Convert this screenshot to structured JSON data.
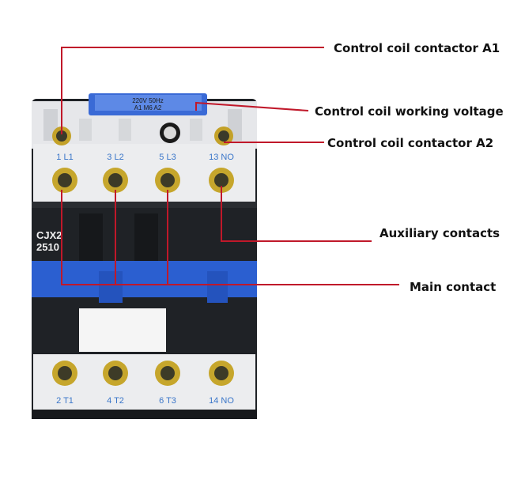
{
  "callouts": {
    "coil_a1": "Control coil contactor A1",
    "coil_voltage": "Control coil working voltage",
    "coil_a2": "Control coil contactor A2",
    "auxiliary": "Auxiliary contacts",
    "main_contact": "Main contact"
  },
  "device": {
    "model_line1": "CJX2",
    "model_line2": "2510",
    "coil_plate_line1": "220V 50Hz",
    "coil_plate_line2": "A1   M6   A2",
    "top_terminals": [
      "1 L1",
      "3 L2",
      "5 L3",
      "13 NO"
    ],
    "bottom_terminals": [
      "2 T1",
      "4 T2",
      "6 T3",
      "14 NO"
    ]
  },
  "colors": {
    "leader": "#c0182a",
    "housing": "#1f2226",
    "upper_body": "#ecedef",
    "armature": "#2b5fd0",
    "terminal_label": "#3a76c9"
  }
}
